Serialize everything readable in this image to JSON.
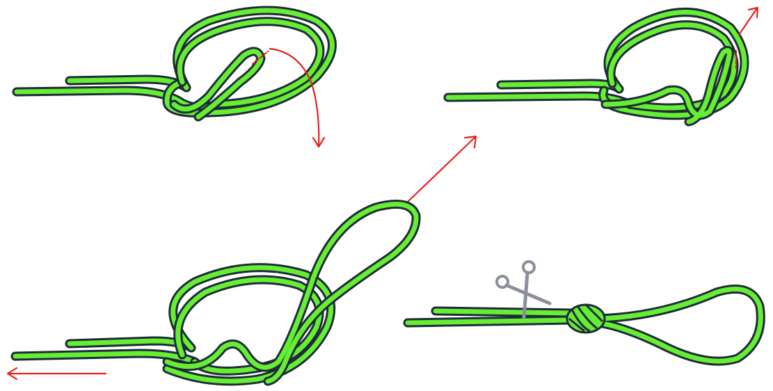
{
  "diagram": {
    "kind": "knot-tying-steps",
    "steps": [
      {
        "id": "step-1",
        "note": "",
        "action": "pass-loop-and-fold-down"
      },
      {
        "id": "step-2",
        "note": "",
        "action": "pull-loop-up"
      },
      {
        "id": "step-3",
        "note": "",
        "action": "tighten-pull-standing-line"
      },
      {
        "id": "step-4",
        "note": "",
        "action": "trim-tag-end"
      }
    ]
  },
  "colors": {
    "rope": "#66EE33",
    "outline": "#1E2A3A",
    "arrow": "#E5201C",
    "scissors_blade": "#8A8F99",
    "scissors_handle": "#8A8F99"
  },
  "icons": {
    "arrow": "red-arrow-icon",
    "scissors": "scissors-icon"
  }
}
